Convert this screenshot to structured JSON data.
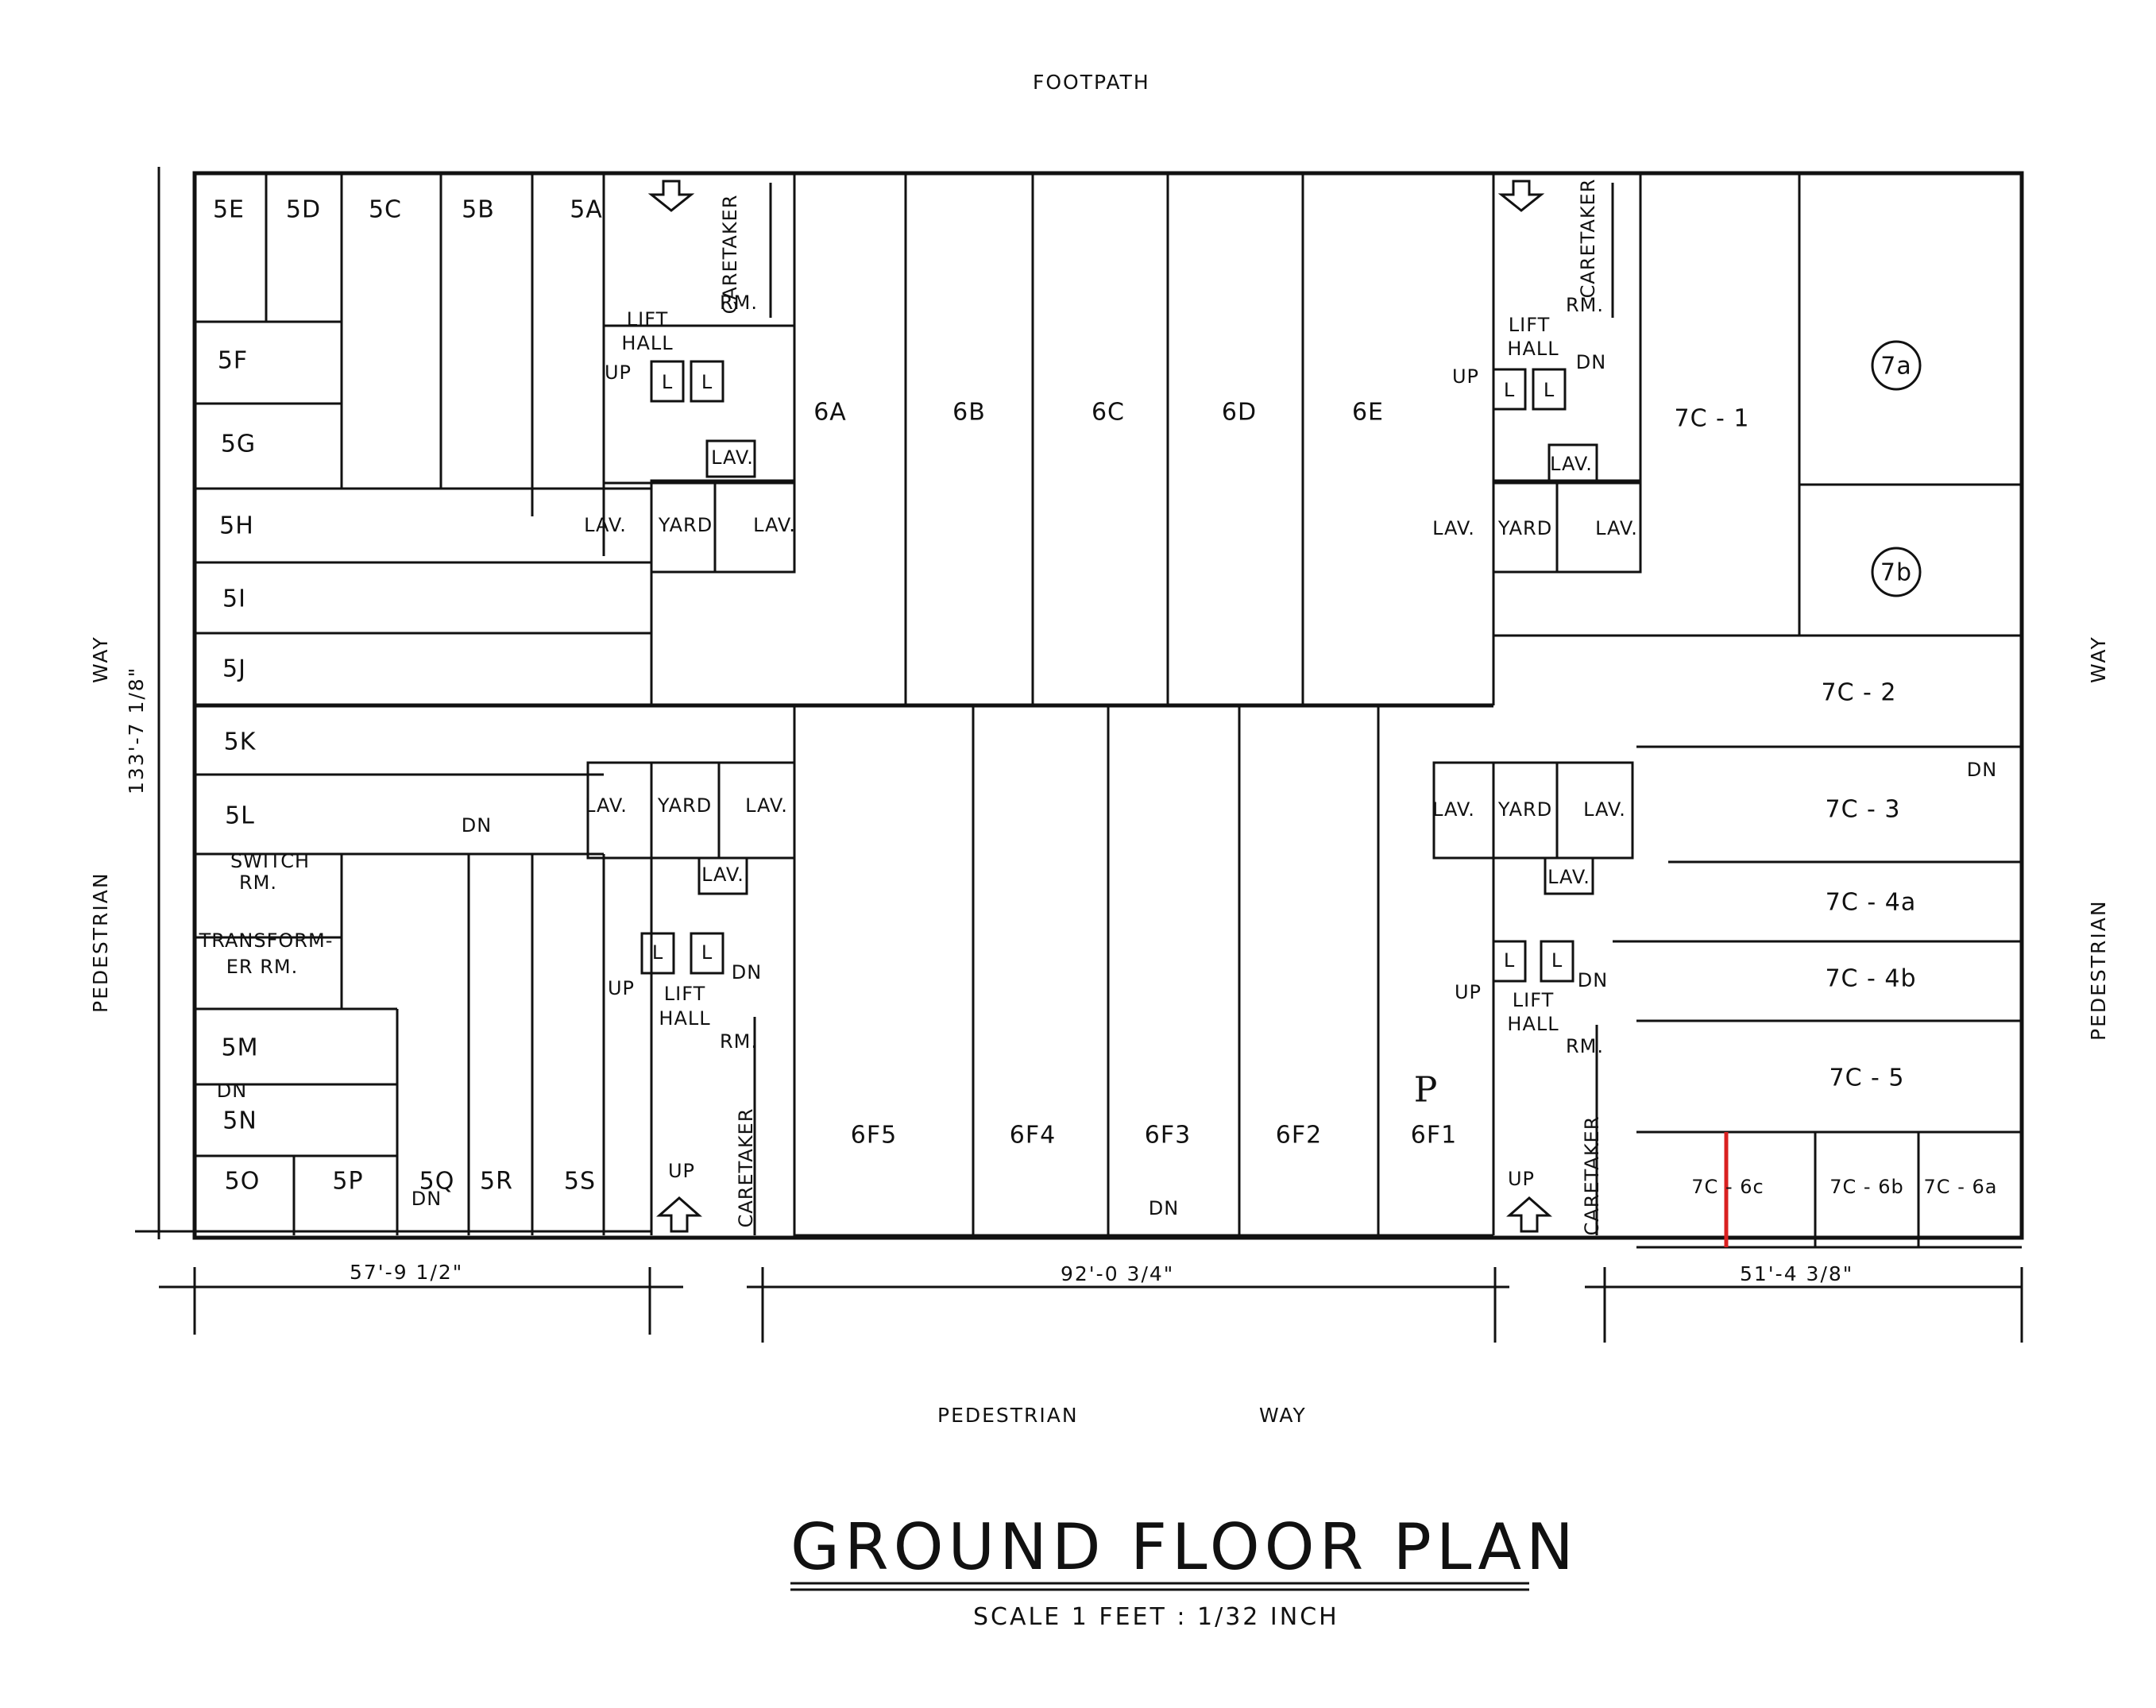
{
  "labels": {
    "top_street": "FOOTPATH",
    "bottom_street_1": "PEDESTRIAN",
    "bottom_street_2": "WAY",
    "left_street_1": "PEDESTRIAN",
    "left_street_2": "WAY",
    "right_street_1": "PEDESTRIAN",
    "right_street_2": "WAY",
    "dim_height": "133'-7 1/8\"",
    "dim_left": "57'-9 1/2\"",
    "dim_mid": "92'-0 3/4\"",
    "dim_right": "51'-4 3/8\"",
    "title": "GROUND FLOOR PLAN",
    "scale": "SCALE  1 FEET : 1/32 INCH"
  },
  "units": {
    "u5E": "5E",
    "u5D": "5D",
    "u5C": "5C",
    "u5B": "5B",
    "u5A": "5A",
    "u5F": "5F",
    "u5G": "5G",
    "u5H": "5H",
    "u5I": "5I",
    "u5J": "5J",
    "u5K": "5K",
    "u5L": "5L",
    "u5M": "5M",
    "u5N": "5N",
    "u5O": "5O",
    "u5P": "5P",
    "u5Q": "5Q",
    "u5R": "5R",
    "u5S": "5S",
    "u6A": "6A",
    "u6B": "6B",
    "u6C": "6C",
    "u6D": "6D",
    "u6E": "6E",
    "u6F5": "6F5",
    "u6F4": "6F4",
    "u6F3": "6F3",
    "u6F2": "6F2",
    "u6F1": "6F1",
    "u7a": "7a",
    "u7b": "7b",
    "u7C1": "7C - 1",
    "u7C2": "7C - 2",
    "u7C3": "7C - 3",
    "u7C4a": "7C - 4a",
    "u7C4b": "7C - 4b",
    "u7C5": "7C - 5",
    "u7C6c": "7C - 6c",
    "u7C6b": "7C - 6b",
    "u7C6a": "7C - 6a"
  },
  "rooms": {
    "caretaker": "CARETAKER",
    "ck_rm": "RM.",
    "lift": "LIFT",
    "hall": "HALL",
    "l": "L",
    "up": "UP",
    "dn": "DN",
    "lav": "LAV.",
    "yard": "YARD",
    "switch": "SWITCH",
    "switch_rm": "RM.",
    "transformer": "TRANSFORM-",
    "transformer_rm": "ER  RM.",
    "p": "P"
  },
  "colors": {
    "line": "#111111",
    "highlight": "#d92020",
    "background": "#ffffff"
  }
}
